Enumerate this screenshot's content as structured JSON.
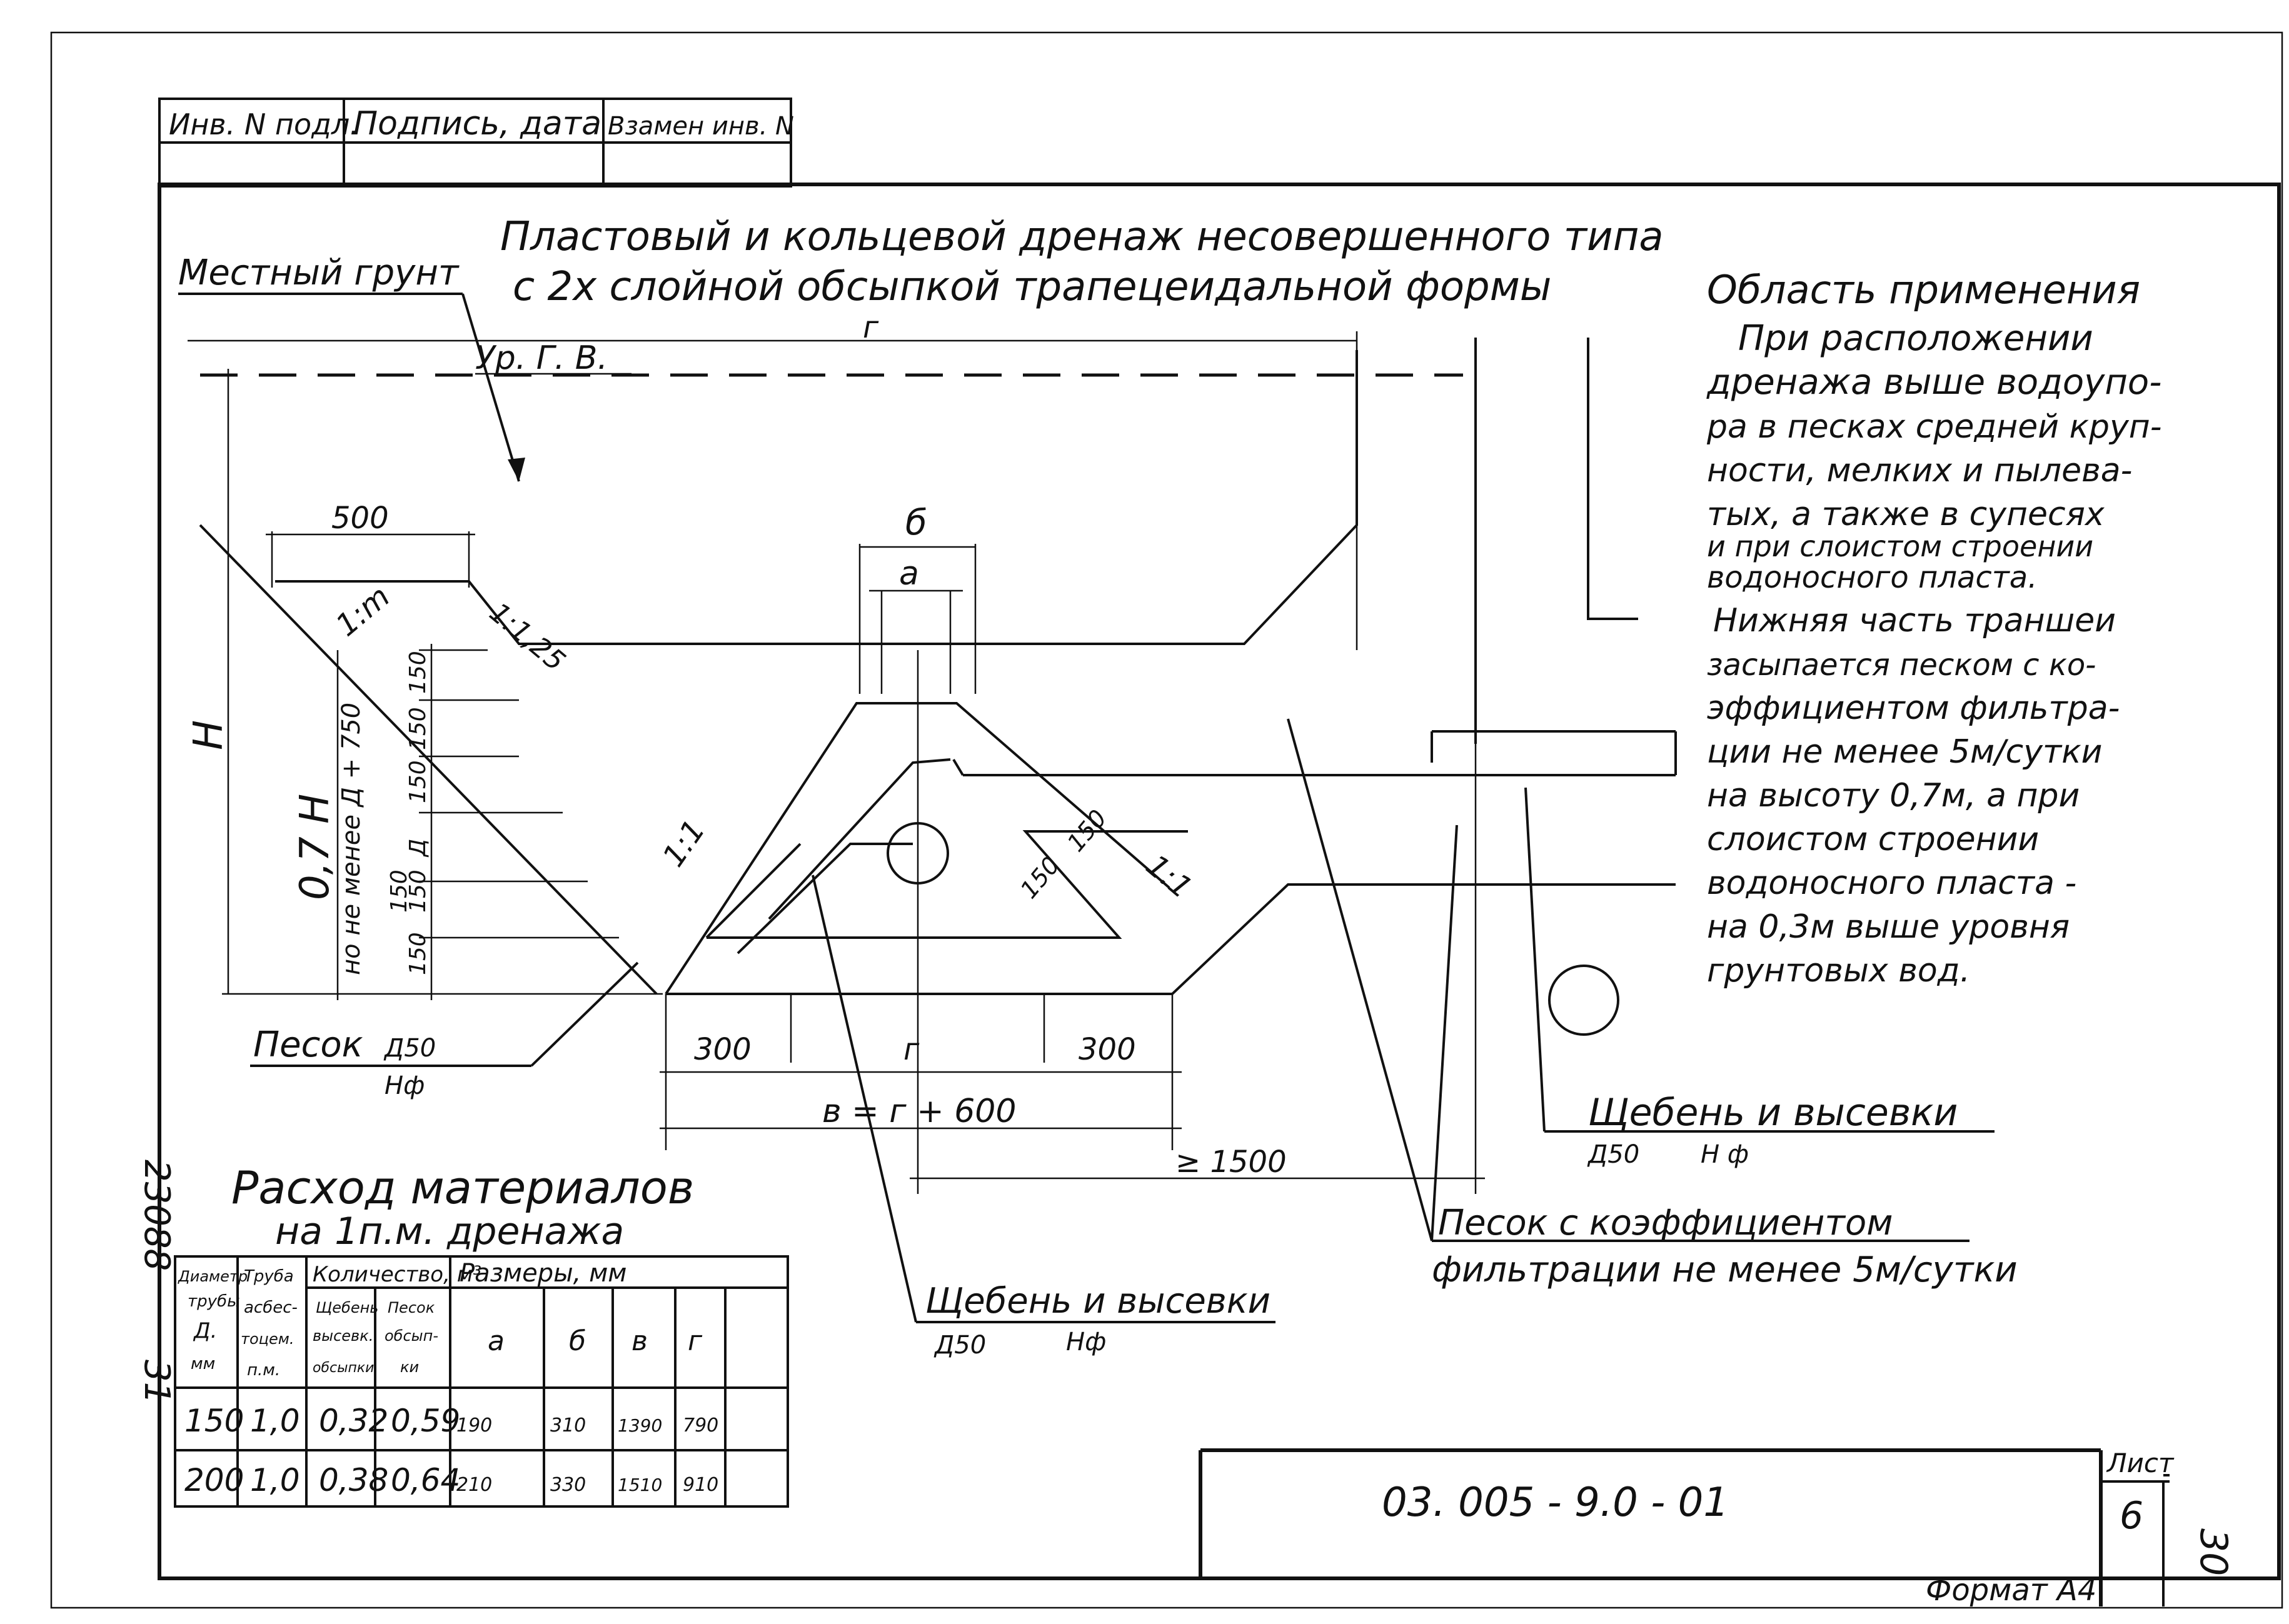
{
  "stamp": {
    "headers": [
      "Инв. N подл.",
      "Подпись, дата",
      "Взамен инв. N"
    ]
  },
  "title": {
    "line1": "Пластовый и кольцевой дренаж несовершенного типа",
    "line2": "с 2х слойной обсыпкой трапецеидальной формы"
  },
  "labels": {
    "local_soil": "Местный грунт",
    "gw_level": "Ур. Г. В.",
    "dim_g_top": "г",
    "dim_500": "500",
    "slope_125": "1:1,25",
    "slope_1m": "1:m",
    "dim_b": "б",
    "dim_a": "а",
    "dim_H": "Н",
    "dim_07H": "0,7 Н",
    "not_less": "но не менее Д + 750",
    "d150_1": "150",
    "d150_2": "150",
    "d150_3": "150",
    "dim_D": "Д",
    "d150_4": "150",
    "d150_5": "150",
    "d150_6": "150",
    "slope_11_left": "1:1",
    "slope_11_right": "1:1",
    "d150_r1": "150",
    "d150_r2": "150",
    "dim_300_left": "300",
    "dim_g_bottom": "г",
    "dim_300_right": "300",
    "dim_v": "в = г + 600",
    "dim_1500": "≥ 1500",
    "sand_left": "Песок",
    "sand_left_d50": "Д50",
    "sand_left_nf": "Нф",
    "gravel_right": "Щебень и высевки",
    "gravel_right_d50": "Д50",
    "gravel_right_nf": "Н ф",
    "sand_coef_line1": "Песок с коэффициентом",
    "sand_coef_line2": "фильтрации не менее 5м/сутки",
    "gravel_center": "Щебень и высевки",
    "gravel_center_d50": "Д50",
    "gravel_center_nf": "Нф"
  },
  "application": {
    "heading": "Область применения",
    "lines": [
      "При расположении",
      "дренажа выше водоупо-",
      "ра в песках средней круп-",
      "ности, мелких и пылева-",
      "тых, а также в супесях",
      "и при слоистом строении",
      "водоносного пласта.",
      "Нижняя часть траншеи",
      "засыпается песком с ко-",
      "эффициентом фильтра-",
      "ции не менее 5м/сутки",
      "на высоту 0,7м, а при",
      "слоистом строении",
      "водоносного пласта -",
      "на 0,3м выше уровня",
      "грунтовых вод."
    ]
  },
  "materials": {
    "title_line1": "Расход материалов",
    "title_line2": "на 1п.м. дренажа",
    "col_diam": [
      "Диаметр",
      "трубы",
      "Д.",
      "мм"
    ],
    "col_pipe": [
      "Труба",
      "асбес-",
      "тоцем.",
      "п.м."
    ],
    "col_qty": "Количество, м³",
    "col_gravel": [
      "Щебень",
      "высевк.",
      "обсыпки"
    ],
    "col_sand": [
      "Песок",
      "обсып-",
      "ки"
    ],
    "col_sizes": "Размеры, мм",
    "size_heads": [
      "а",
      "б",
      "в",
      "г"
    ],
    "rows": [
      [
        "150",
        "1,0",
        "0,32",
        "0,59",
        "190",
        "310",
        "1390",
        "790"
      ],
      [
        "200",
        "1,0",
        "0,38",
        "0,64",
        "210",
        "330",
        "1510",
        "910"
      ]
    ]
  },
  "titleblock": {
    "code": "03. 005 - 9.0 - 01",
    "sheet_label": "Лист",
    "sheet_no": "6",
    "format": "Формат А4",
    "page_no": "30",
    "side_number": "23088",
    "side_number2": "31"
  }
}
